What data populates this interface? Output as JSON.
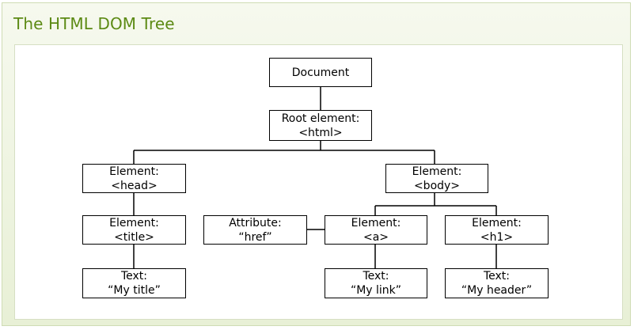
{
  "header": {
    "title": "The HTML DOM Tree"
  },
  "diagram": {
    "document": {
      "line1": "Document"
    },
    "html": {
      "line1": "Root element:",
      "line2": "<html>"
    },
    "head": {
      "line1": "Element:",
      "line2": "<head>"
    },
    "body": {
      "line1": "Element:",
      "line2": "<body>"
    },
    "title_el": {
      "line1": "Element:",
      "line2": "<title>"
    },
    "attribute": {
      "line1": "Attribute:",
      "line2": "“href”"
    },
    "a": {
      "line1": "Element:",
      "line2": "<a>"
    },
    "h1": {
      "line1": "Element:",
      "line2": "<h1>"
    },
    "text_title": {
      "line1": "Text:",
      "line2": "“My title”"
    },
    "text_link": {
      "line1": "Text:",
      "line2": "“My link”"
    },
    "text_header": {
      "line1": "Text:",
      "line2": "“My header”"
    }
  },
  "colors": {
    "title": "#5c8a14",
    "frame_border": "#cfdcb4",
    "lines": "#000000"
  }
}
